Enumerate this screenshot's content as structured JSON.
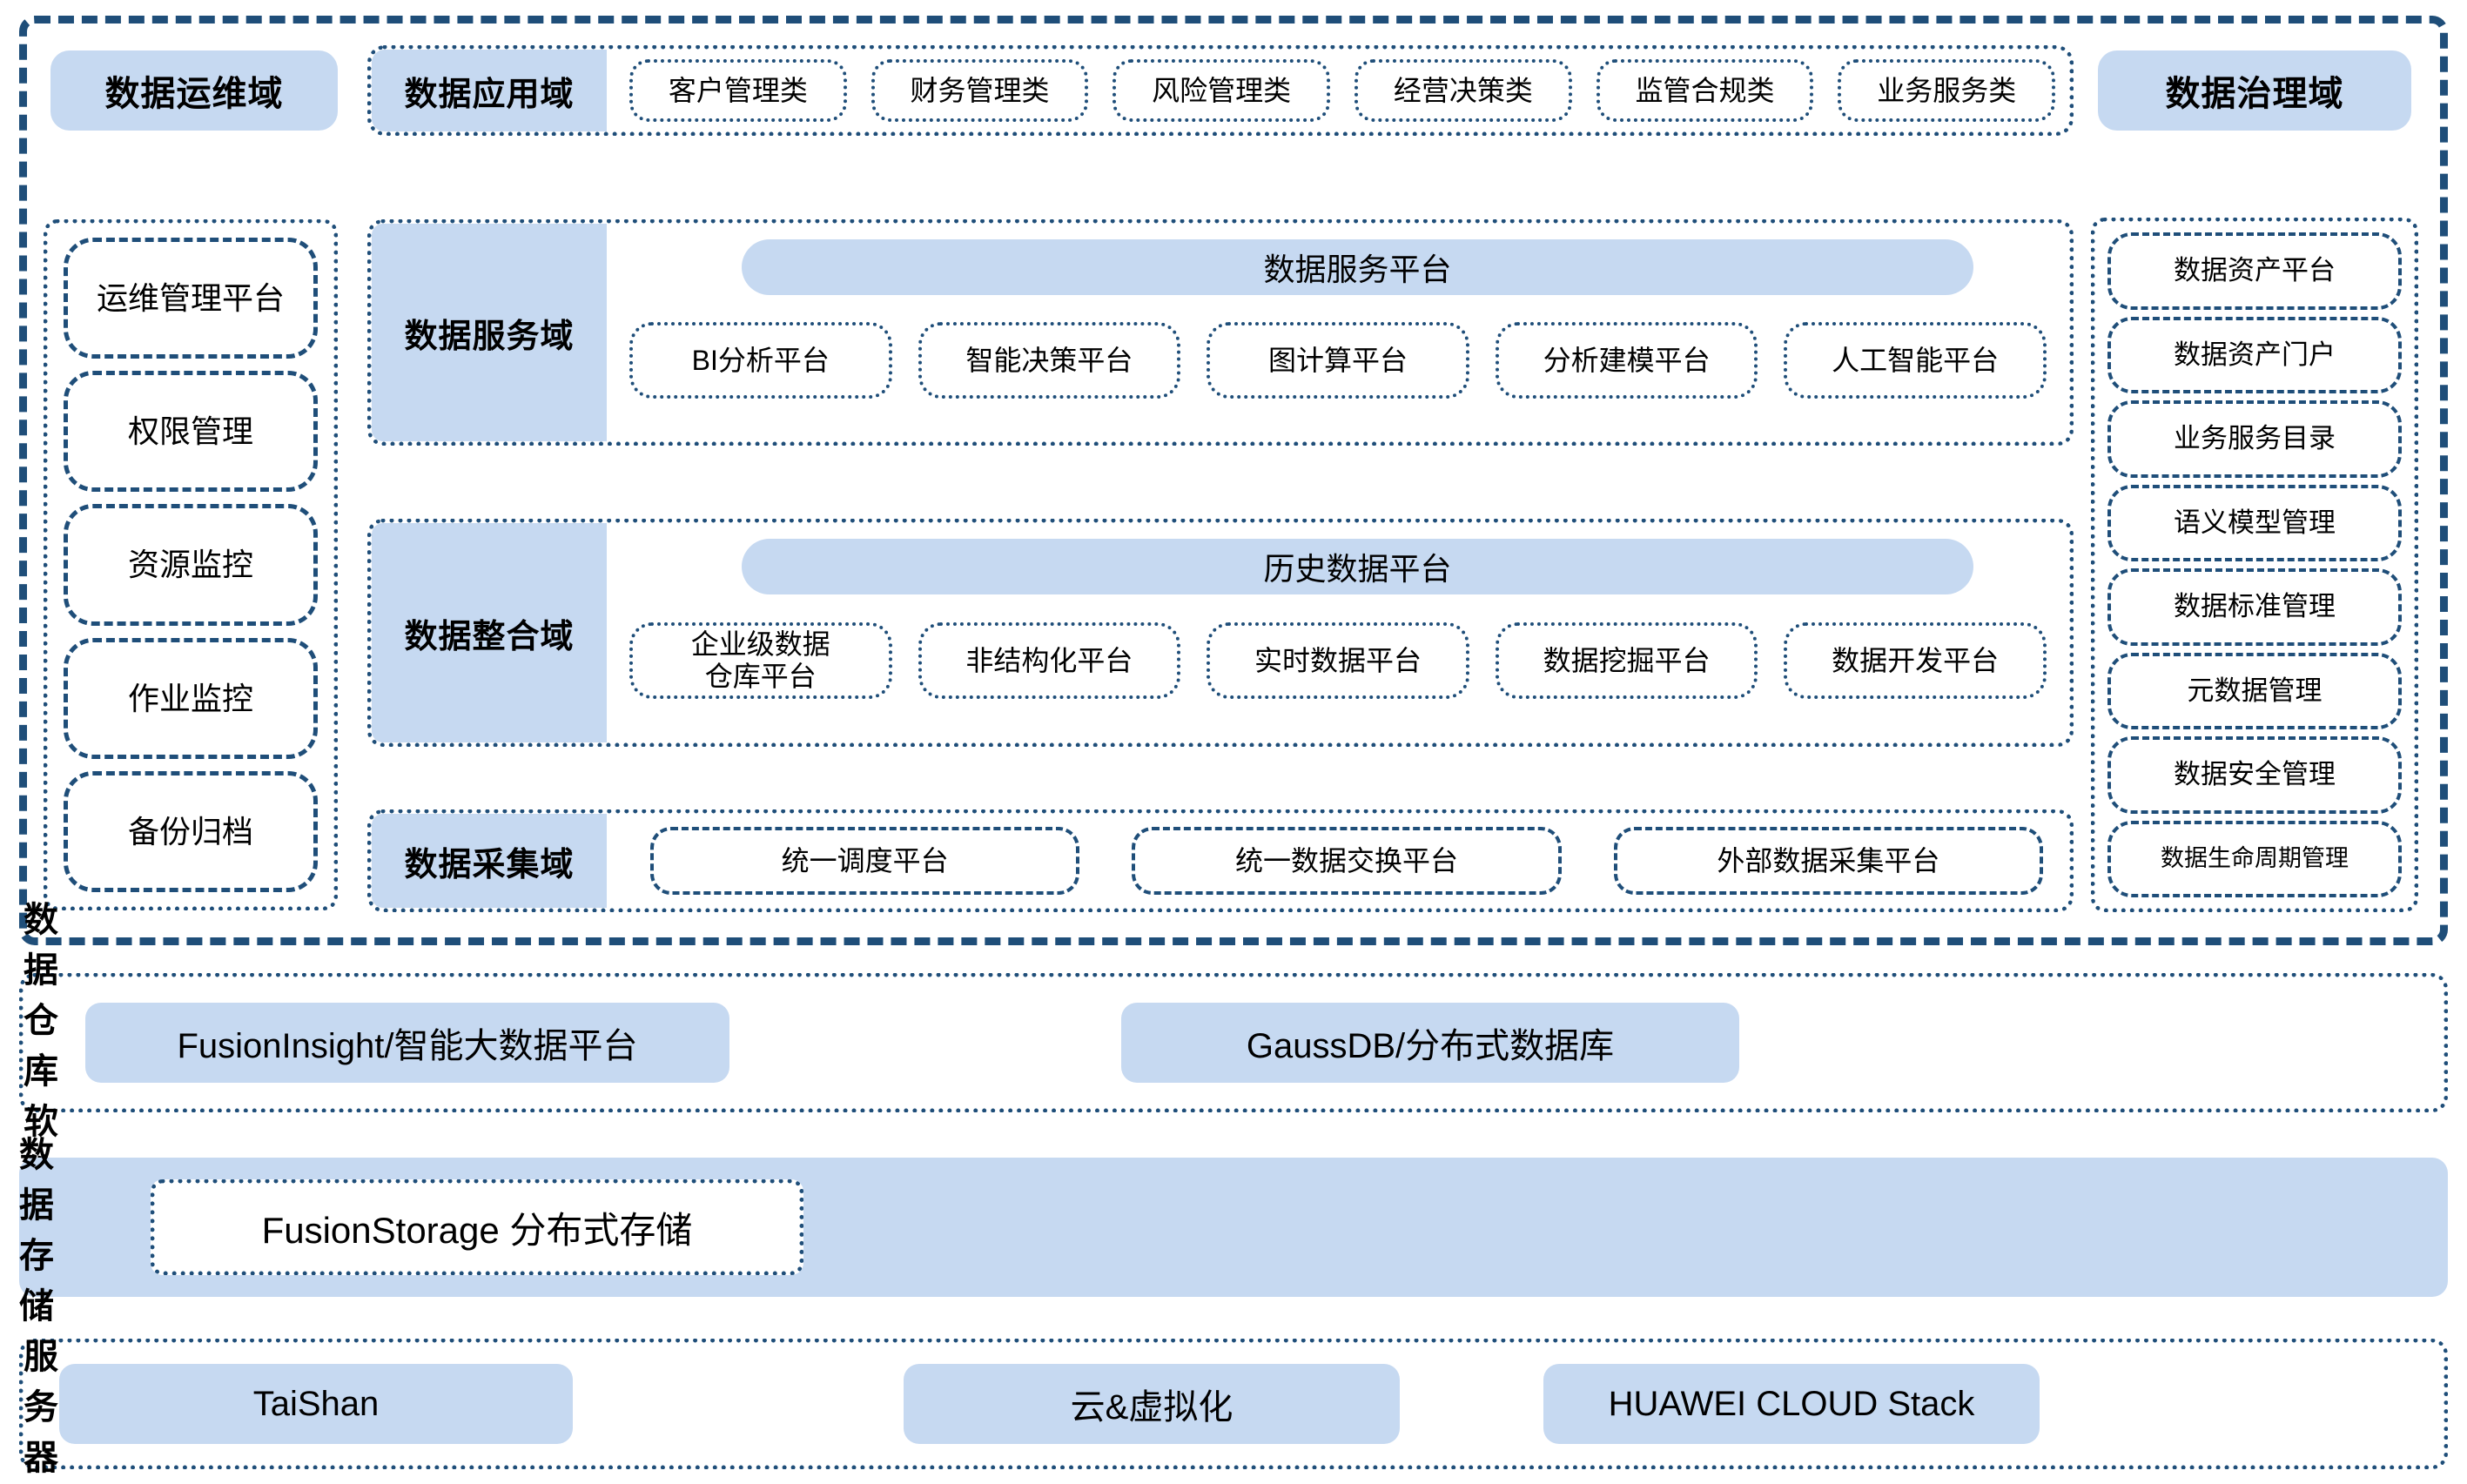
{
  "colors": {
    "navy": "#1f4e79",
    "blue_fill": "#c6d9f1",
    "background": "#ffffff"
  },
  "top_band": {
    "ops_domain_label": "数据运维域",
    "governance_domain_label": "数据治理域",
    "application_domain": {
      "label": "数据应用域",
      "items": [
        "客户管理类",
        "财务管理类",
        "风险管理类",
        "经营决策类",
        "监管合规类",
        "业务服务类"
      ]
    }
  },
  "ops_column": {
    "items": [
      "运维管理平台",
      "权限管理",
      "资源监控",
      "作业监控",
      "备份归档"
    ]
  },
  "governance_column": {
    "items": [
      "数据资产平台",
      "数据资产门户",
      "业务服务目录",
      "语义模型管理",
      "数据标准管理",
      "元数据管理",
      "数据安全管理",
      "数据生命周期管理"
    ]
  },
  "center_rows": [
    {
      "label": "数据服务域",
      "banner": "数据服务平台",
      "items": [
        "BI分析平台",
        "智能决策平台",
        "图计算平台",
        "分析建模平台",
        "人工智能平台"
      ]
    },
    {
      "label": "数据整合域",
      "banner": "历史数据平台",
      "items": [
        "企业级数据\n仓库平台",
        "非结构化平台",
        "实时数据平台",
        "数据挖掘平台",
        "数据开发平台"
      ]
    },
    {
      "label": "数据采集域",
      "items": [
        "统一调度平台",
        "统一数据交换平台",
        "外部数据采集平台"
      ]
    }
  ],
  "layers": {
    "data_warehouse_software": {
      "label": "数据仓库软件",
      "chips": [
        "FusionInsight/智能大数据平台",
        "GaussDB/分布式数据库"
      ]
    },
    "data_storage": {
      "label": "数据存储",
      "box": "FusionStorage 分布式存储"
    },
    "server": {
      "label": "服务器",
      "chips": [
        "TaiShan",
        "云&虚拟化",
        "HUAWEI CLOUD Stack"
      ]
    }
  }
}
